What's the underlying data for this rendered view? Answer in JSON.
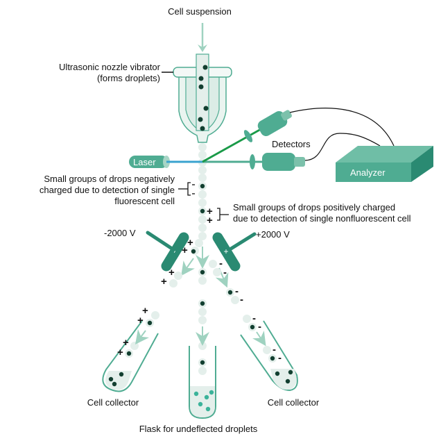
{
  "labels": {
    "cell_suspension": "Cell suspension",
    "nozzle_line1": "Ultrasonic nozzle vibrator",
    "nozzle_line2": "(forms droplets)",
    "detectors": "Detectors",
    "laser": "Laser",
    "analyzer": "Analyzer",
    "negative_line1": "Small groups of drops negatively",
    "negative_line2": "charged due to detection of single",
    "negative_line3": "fluorescent cell",
    "positive_line1": "Small groups of drops positively charged",
    "positive_line2": "due to detection of single nonfluorescent cell",
    "minus_voltage": "-2000 V",
    "plus_voltage": "+2000 V",
    "plate_minus_sign": "-",
    "plate_plus_sign": "+",
    "left_collector": "Cell collector",
    "right_collector": "Cell collector",
    "flask": "Flask for undeflected droplets"
  },
  "signs": {
    "plus": "+",
    "minus": "-"
  },
  "colors": {
    "teal_dark": "#2a8a72",
    "teal_mid": "#4fac92",
    "teal_light": "#a8d5c6",
    "droplet": "#e4efeb",
    "cell": "#123f30",
    "laser_beam": "#3aa3cf",
    "detector_beam": "#1a9a48"
  }
}
